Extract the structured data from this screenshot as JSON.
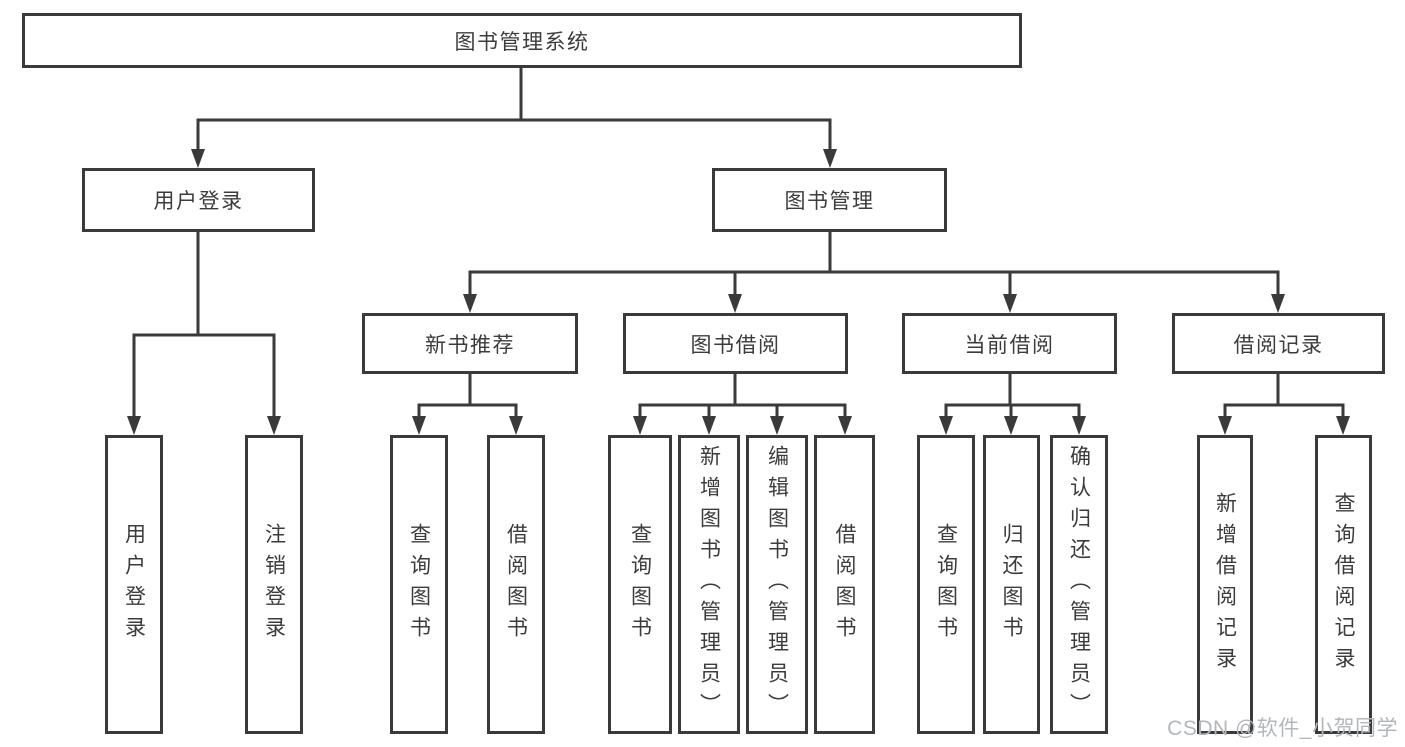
{
  "diagram_title": "图书管理系统",
  "tree": {
    "label": "图书管理系统",
    "children": [
      {
        "label": "用户登录",
        "children": [
          {
            "label": "用户登录"
          },
          {
            "label": "注销登录"
          }
        ]
      },
      {
        "label": "图书管理",
        "children": [
          {
            "label": "新书推荐",
            "children": [
              {
                "label": "查询图书"
              },
              {
                "label": "借阅图书"
              }
            ]
          },
          {
            "label": "图书借阅",
            "children": [
              {
                "label": "查询图书"
              },
              {
                "label": "新增图书（管理员）"
              },
              {
                "label": "编辑图书（管理员）"
              },
              {
                "label": "借阅图书"
              }
            ]
          },
          {
            "label": "当前借阅",
            "children": [
              {
                "label": "查询图书"
              },
              {
                "label": "归还图书"
              },
              {
                "label": "确认归还（管理员）"
              }
            ]
          },
          {
            "label": "借阅记录",
            "children": [
              {
                "label": "新增借阅记录"
              },
              {
                "label": "查询借阅记录"
              }
            ]
          }
        ]
      }
    ]
  },
  "watermark": {
    "text": "CSDN @软件_小贺同学"
  },
  "colors": {
    "line": "#3a3a3a",
    "node_border": "#3a3a3a",
    "node_fill": "#ffffff",
    "text": "#3c3c3c",
    "watermark": "#b3b7bb",
    "background": "#ffffff"
  }
}
